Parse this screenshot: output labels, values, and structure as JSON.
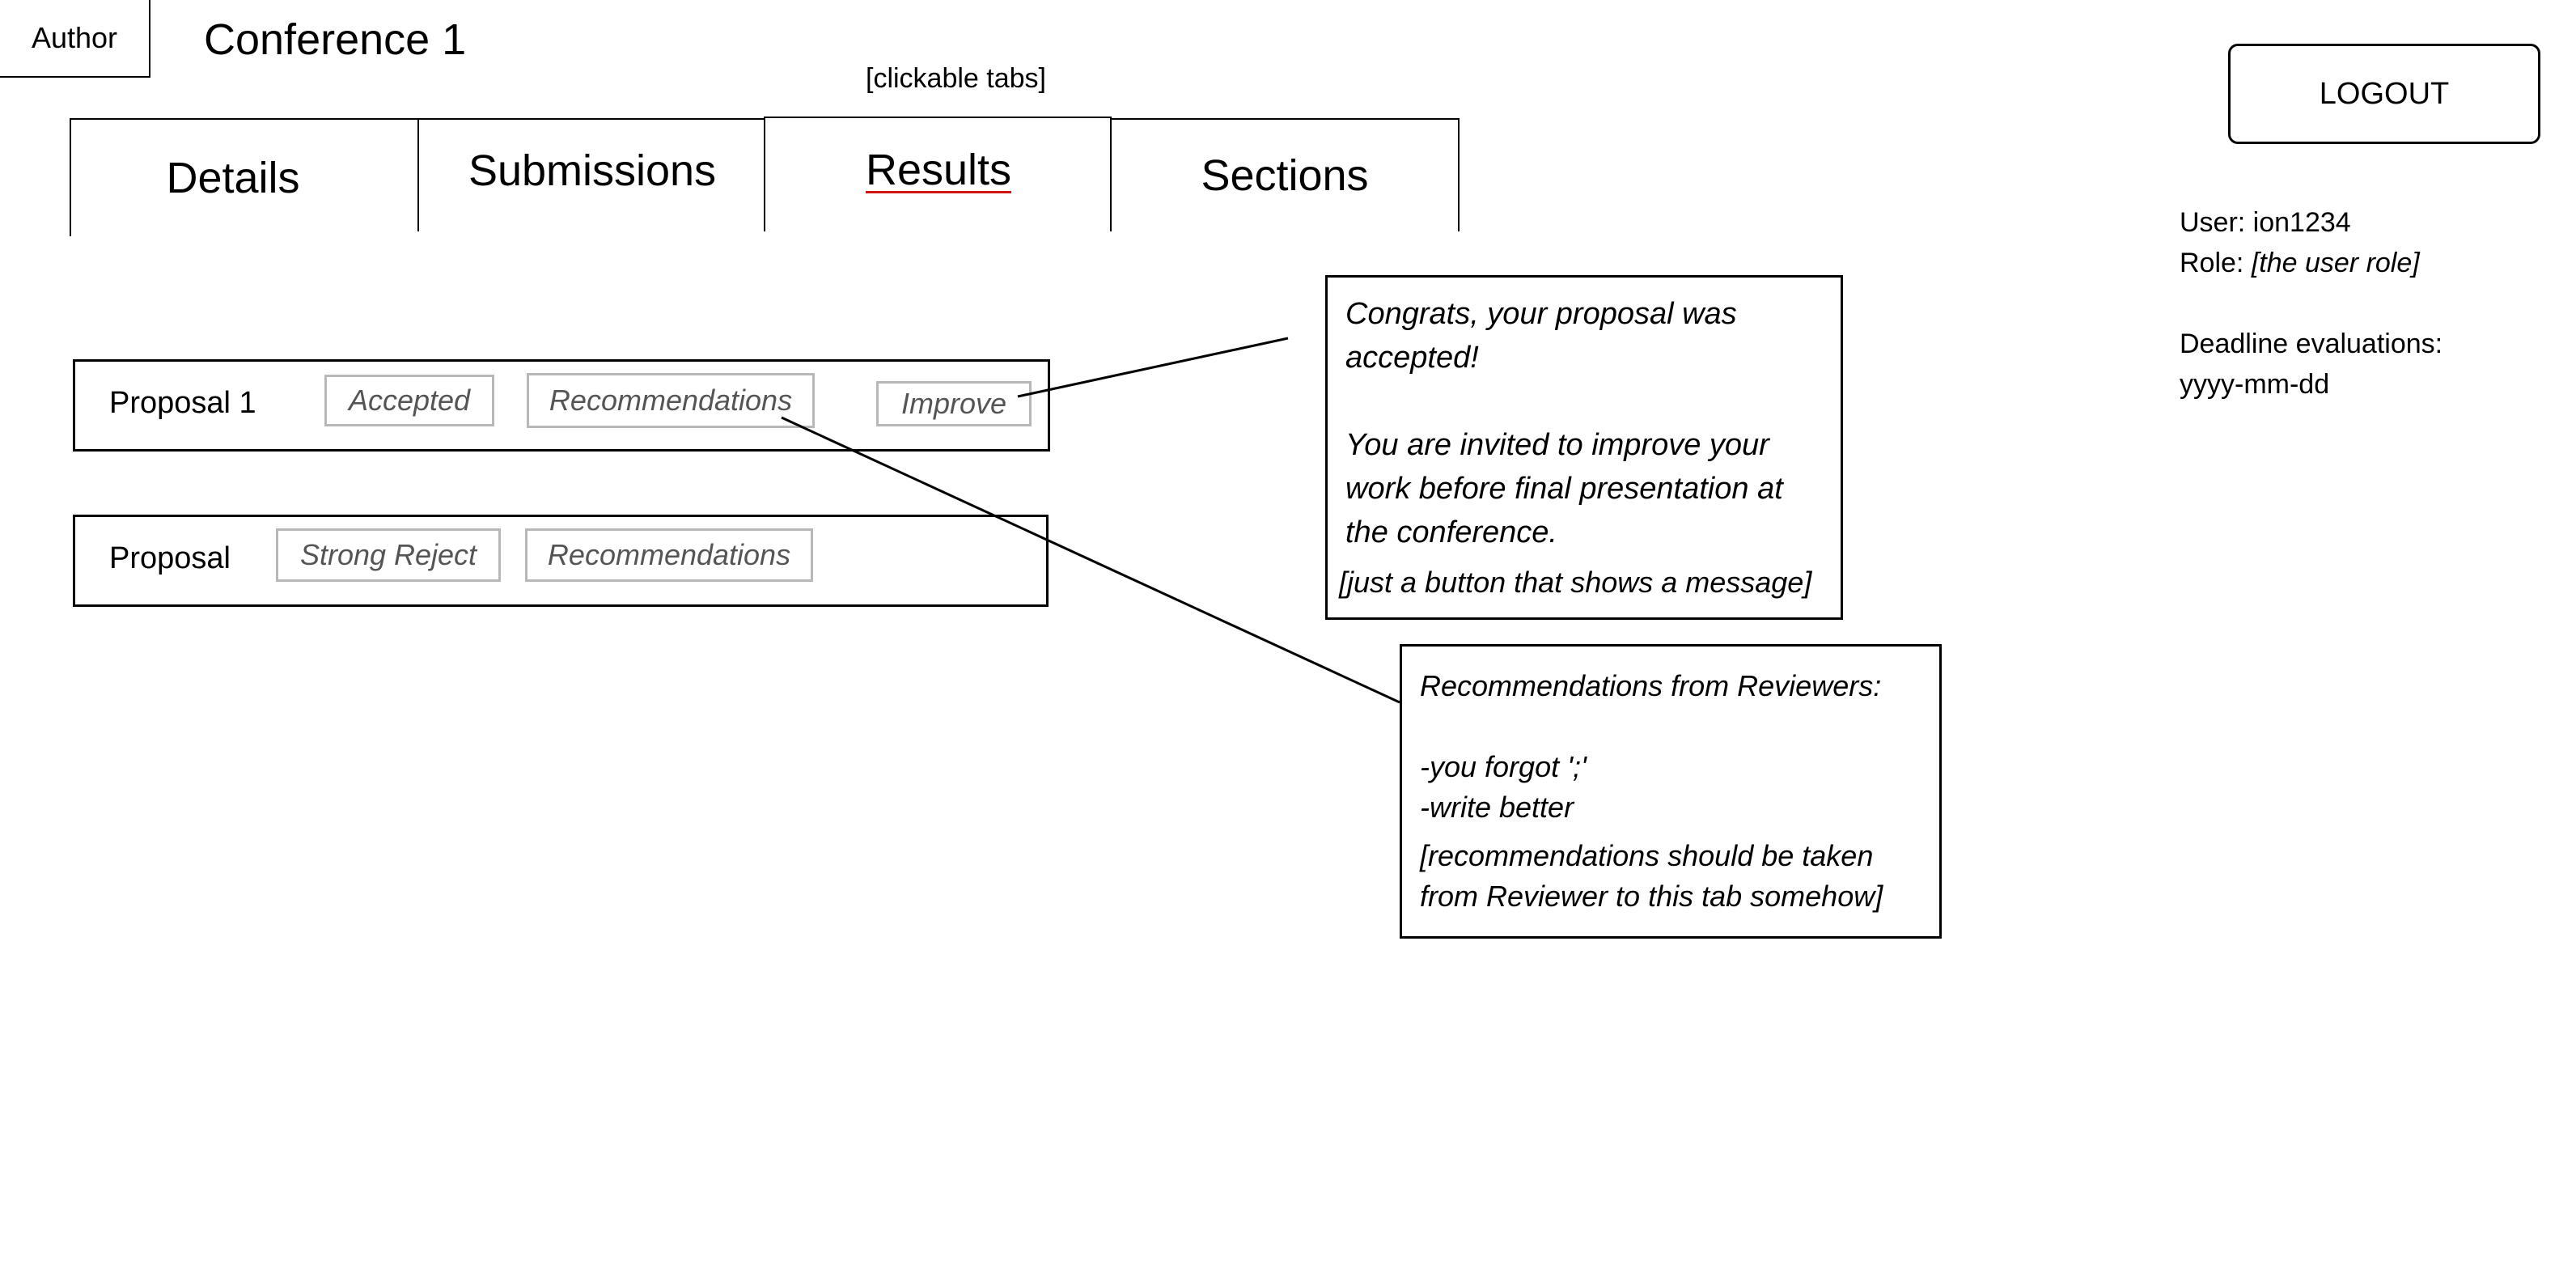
{
  "header": {
    "role_badge": "Author",
    "conference_title": "Conference 1",
    "tabs_note": "[clickable tabs]"
  },
  "tabs": [
    {
      "label": "Details"
    },
    {
      "label": "Submissions"
    },
    {
      "label": "Results"
    },
    {
      "label": "Sections"
    }
  ],
  "logout_label": "LOGOUT",
  "user_info": {
    "user_line": "User: ion1234",
    "role_prefix": "Role: ",
    "role_value": "[the user role]",
    "deadline_label": "Deadline evaluations:",
    "deadline_value": "yyyy-mm-dd"
  },
  "proposals": [
    {
      "title": "Proposal 1",
      "status": "Accepted",
      "recommendations_label": "Recommendations",
      "improve_label": "Improve"
    },
    {
      "title": "Proposal",
      "status": "Strong Reject",
      "recommendations_label": "Recommendations"
    }
  ],
  "callouts": {
    "improve": {
      "line1": "Congrats, your proposal was",
      "line2": "accepted!",
      "line3": "You are invited to improve your",
      "line4": "work before final presentation at",
      "line5": "the conference.",
      "note": "[just a button that shows a message]"
    },
    "recommendations": {
      "heading": "Recommendations from Reviewers:",
      "item1": "-you forgot ';'",
      "item2": "-write better",
      "note_line1": "[recommendations should be taken",
      "note_line2": "from Reviewer to this tab somehow]"
    }
  }
}
